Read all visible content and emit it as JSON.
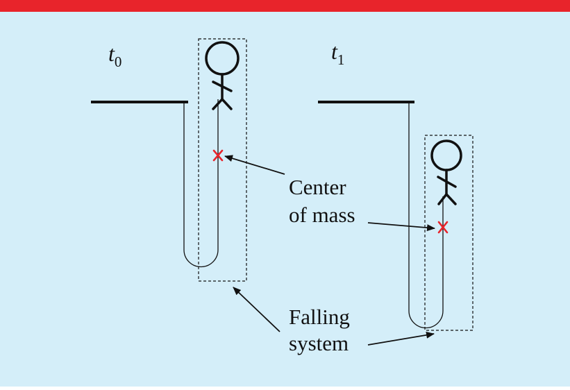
{
  "colors": {
    "background": "#d4eef9",
    "top_bar": "#e8242b",
    "ink": "#111111",
    "center_of_mass_marker": "#e8242b"
  },
  "time_labels": {
    "t0": {
      "base": "t",
      "sub": "0"
    },
    "t1": {
      "base": "t",
      "sub": "1"
    }
  },
  "annotations": {
    "center_of_mass": {
      "line1": "Center",
      "line2": "of mass"
    },
    "falling_system": {
      "line1": "Falling",
      "line2": "system"
    }
  },
  "markers": {
    "center_of_mass_symbol": "x"
  },
  "icons": [
    "stick-figure-icon",
    "center-of-mass-x-icon",
    "arrow-icon"
  ]
}
